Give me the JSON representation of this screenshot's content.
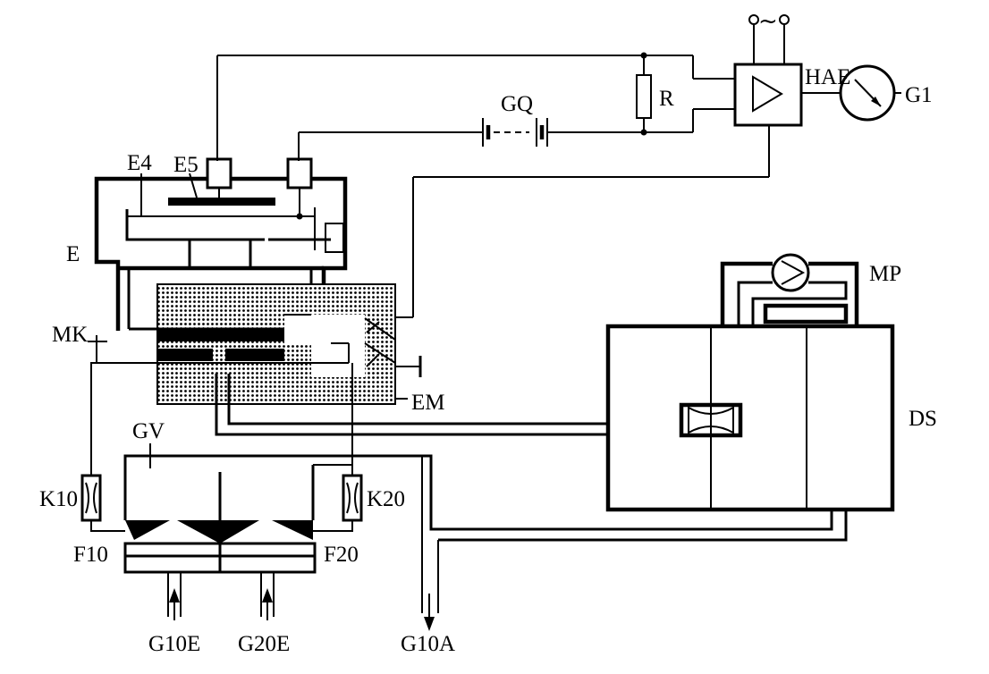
{
  "labels": {
    "ac_source": "~",
    "hae": "HAE",
    "g1": "G1",
    "r": "R",
    "gq": "GQ",
    "e4": "E4",
    "e5": "E5",
    "e": "E",
    "mk": "MK",
    "em": "EM",
    "mp": "MP",
    "ds": "DS",
    "gv": "GV",
    "k10": "K10",
    "k20": "K20",
    "f10": "F10",
    "f20": "F20",
    "g10e": "G10E",
    "g20e": "G20E",
    "g10a": "G10A"
  },
  "colors": {
    "line": "#000000",
    "background": "#ffffff",
    "dot_pattern": "#000000"
  }
}
